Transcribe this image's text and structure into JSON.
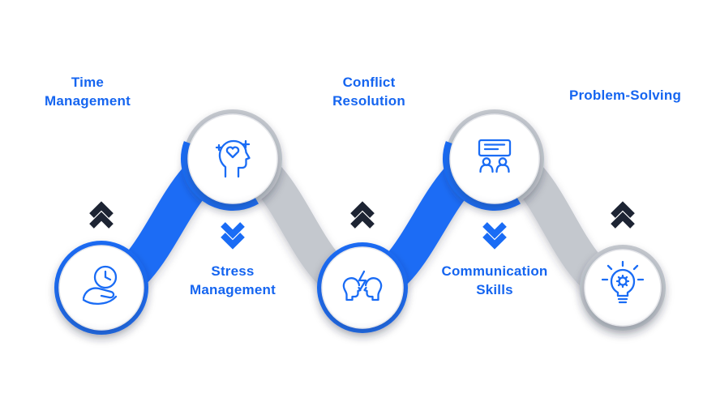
{
  "diagram": {
    "type": "zigzag-process-infographic",
    "background": "#ffffff",
    "colors": {
      "accent_blue": "#1a6cf5",
      "label_blue": "#1565f0",
      "ribbon_gray": "#c4c8ce",
      "chevron_dark": "#1d2433",
      "node_fill": "#ffffff",
      "node_border": "#e6e7eb"
    },
    "items": [
      {
        "id": 1,
        "lines": [
          "Time",
          "Management"
        ],
        "icon": "hand-clock-icon",
        "node_position": "bottom",
        "label_position": "top",
        "chevron": "up",
        "connector_to_next": "blue"
      },
      {
        "id": 2,
        "lines": [
          "Stress",
          "Management"
        ],
        "icon": "head-heart-icon",
        "node_position": "top",
        "label_position": "bottom",
        "chevron": "down",
        "connector_to_next": "gray"
      },
      {
        "id": 3,
        "lines": [
          "Conflict",
          "Resolution"
        ],
        "icon": "conflict-heads-icon",
        "node_position": "bottom",
        "label_position": "top",
        "chevron": "up",
        "connector_to_next": "blue"
      },
      {
        "id": 4,
        "lines": [
          "Communication",
          "Skills"
        ],
        "icon": "presentation-people-icon",
        "node_position": "top",
        "label_position": "bottom",
        "chevron": "down",
        "connector_to_next": "gray"
      },
      {
        "id": 5,
        "lines": [
          "Problem-Solving"
        ],
        "icon": "lightbulb-gear-icon",
        "node_position": "bottom",
        "label_position": "top",
        "chevron": "up",
        "connector_to_next": "none"
      }
    ]
  }
}
